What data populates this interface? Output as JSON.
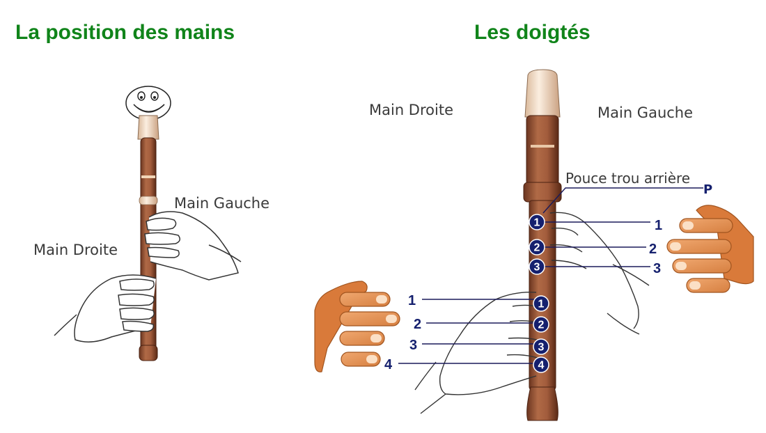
{
  "left_title": "La position des mains",
  "right_title": "Les doigtés",
  "left_labels": {
    "left_hand": "Main Gauche",
    "right_hand": "Main Droite"
  },
  "right_labels": {
    "right_hand": "Main Droite",
    "left_hand": "Main Gauche",
    "thumb_note": "Pouce trou arrière",
    "thumb_mark": "P"
  },
  "left_hand_fingers": [
    "1",
    "2",
    "3"
  ],
  "right_hand_fingers": [
    "1",
    "2",
    "3",
    "4"
  ],
  "colors": {
    "heading": "#10841a",
    "wood": "#9a5a3c",
    "wood_dark": "#5e2e1a",
    "ivory": "#f3dcc4",
    "skin": "#e8955a",
    "skin_dark": "#b0622c",
    "hole": "#15206e",
    "line": "#1a1a5a"
  }
}
